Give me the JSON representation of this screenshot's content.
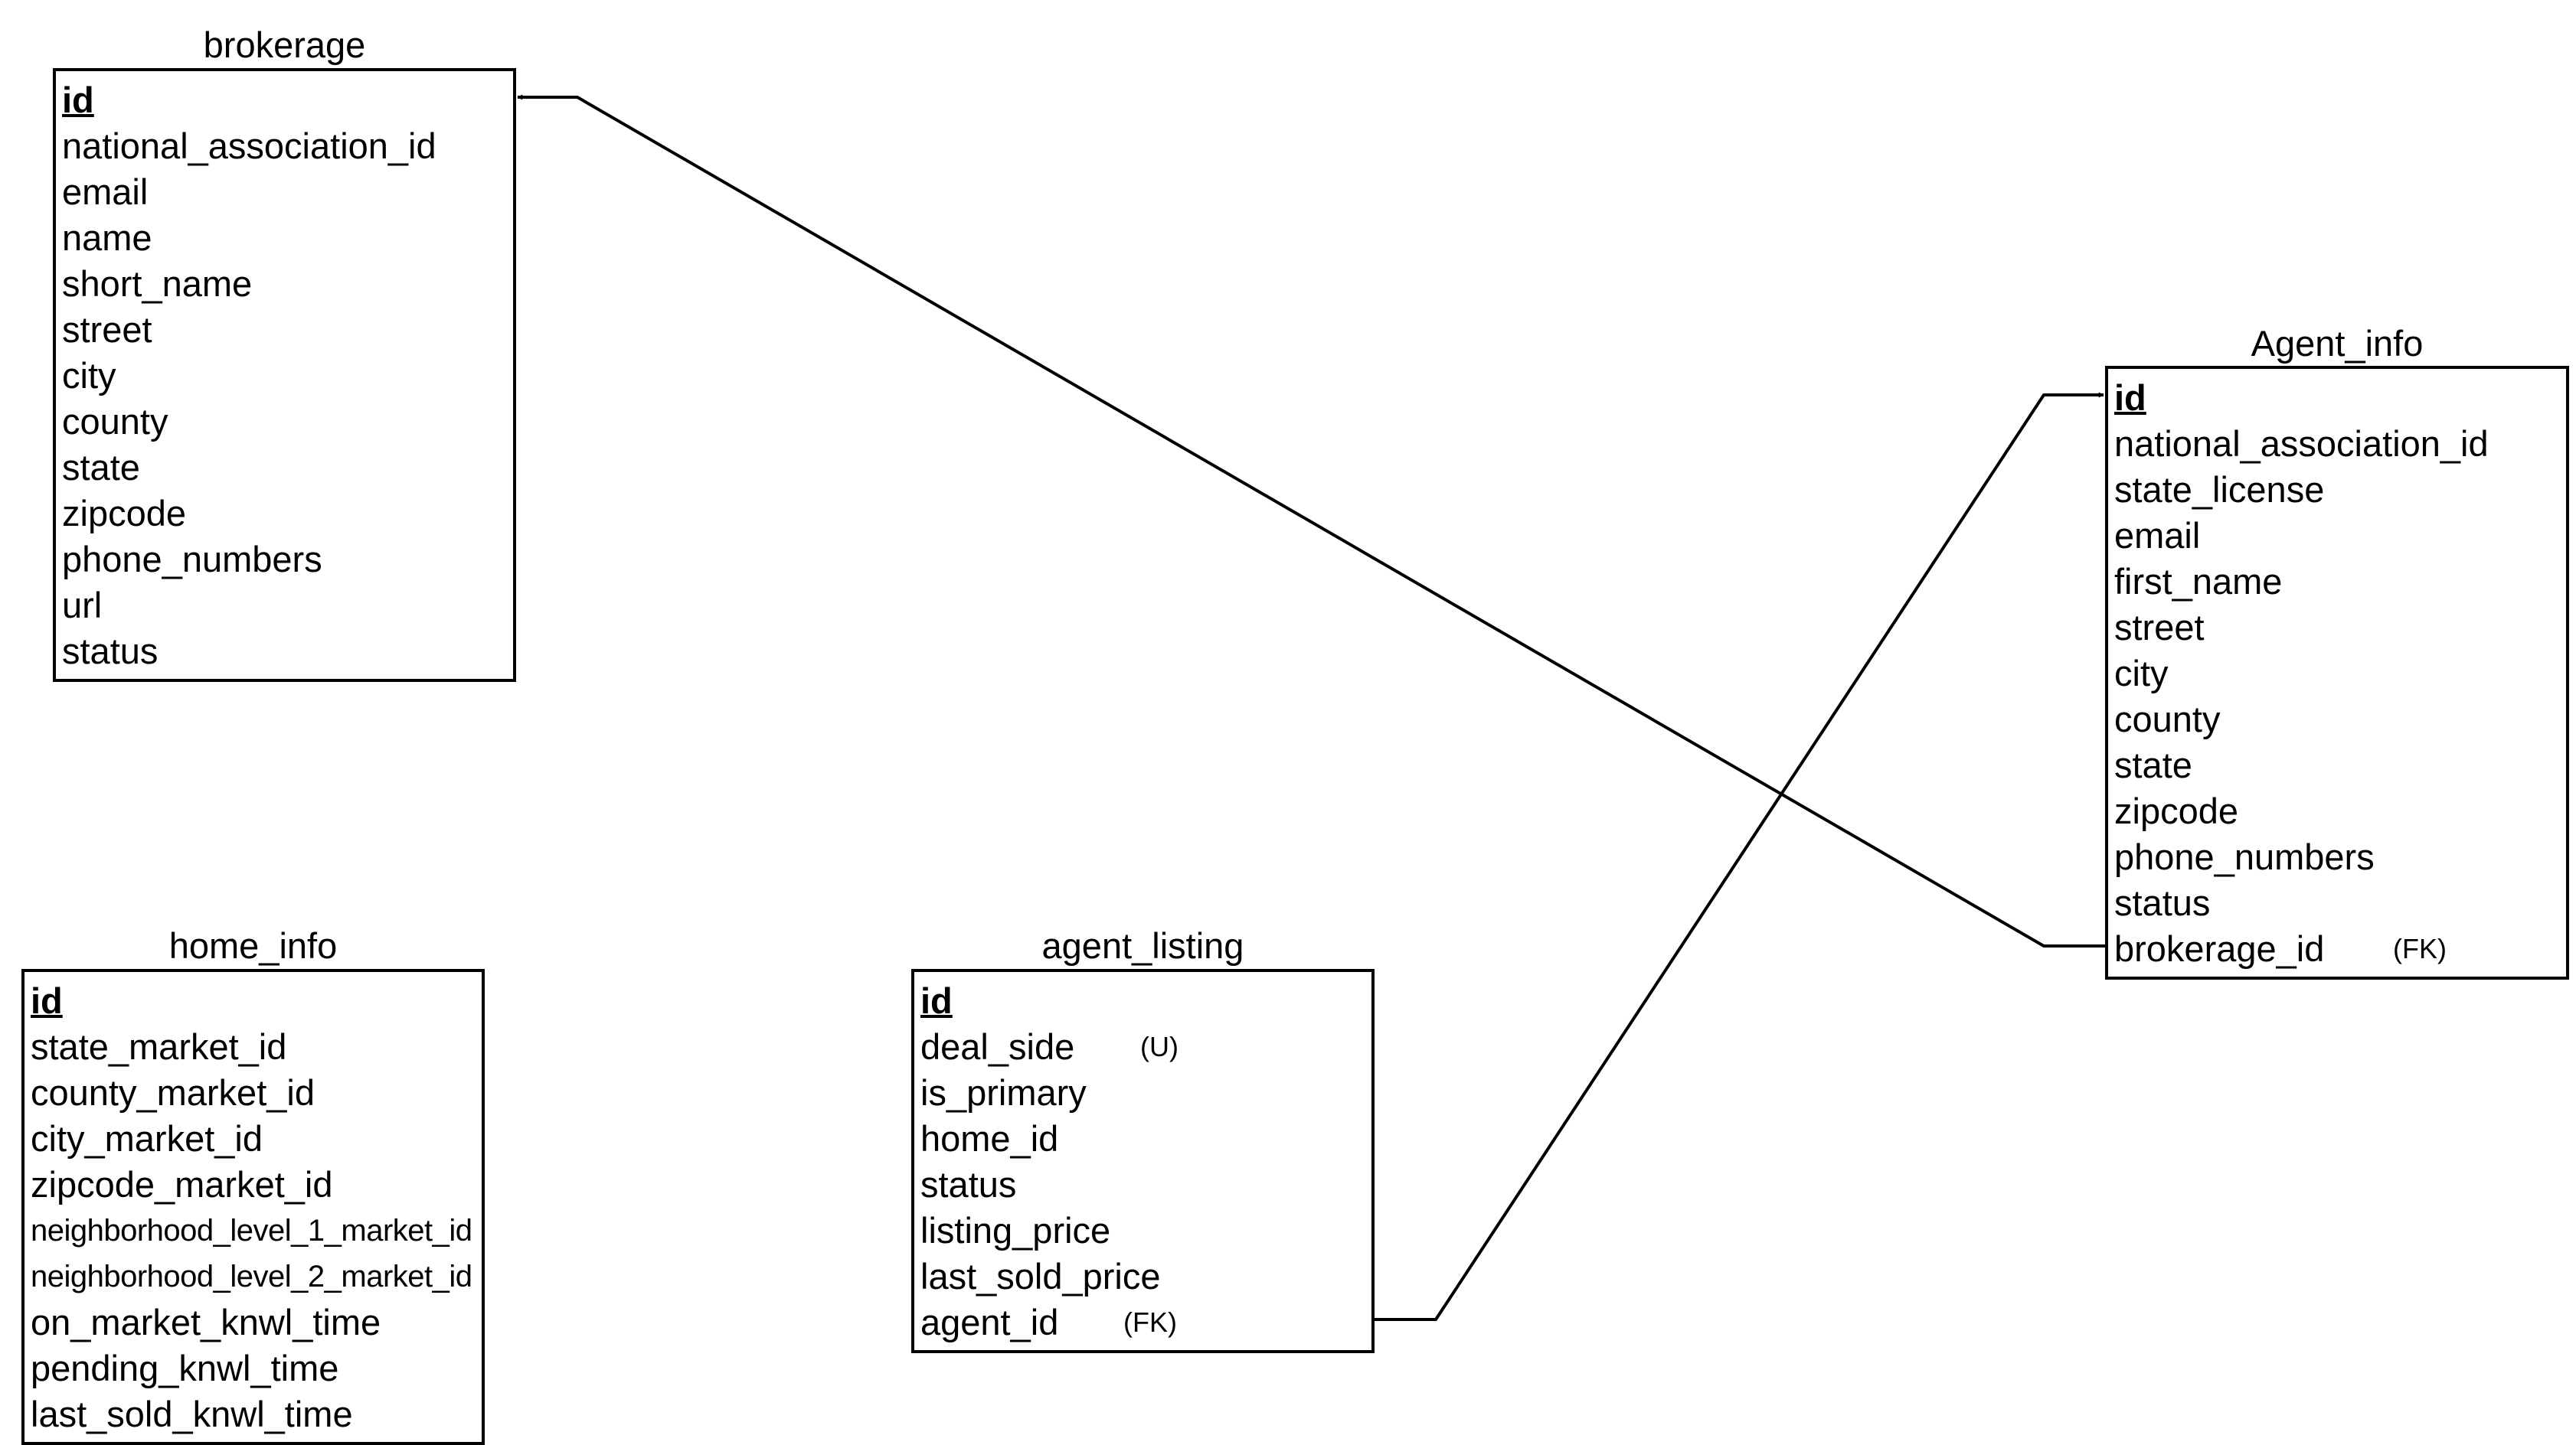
{
  "diagram": {
    "entities": [
      {
        "key": "brokerage",
        "title": "brokerage",
        "fields": [
          {
            "name": "id",
            "primary_key": true
          },
          {
            "name": "national_association_id"
          },
          {
            "name": "email"
          },
          {
            "name": "name"
          },
          {
            "name": "short_name"
          },
          {
            "name": "street"
          },
          {
            "name": "city"
          },
          {
            "name": "county"
          },
          {
            "name": "state"
          },
          {
            "name": "zipcode"
          },
          {
            "name": "phone_numbers"
          },
          {
            "name": "url"
          },
          {
            "name": "status"
          }
        ]
      },
      {
        "key": "agent-info",
        "title": "Agent_info",
        "fields": [
          {
            "name": "id",
            "primary_key": true
          },
          {
            "name": "national_association_id"
          },
          {
            "name": "state_license"
          },
          {
            "name": "email"
          },
          {
            "name": "first_name"
          },
          {
            "name": "street"
          },
          {
            "name": "city"
          },
          {
            "name": "county"
          },
          {
            "name": "state"
          },
          {
            "name": "zipcode"
          },
          {
            "name": "phone_numbers"
          },
          {
            "name": "status"
          },
          {
            "name": "brokerage_id",
            "tag": "(FK)"
          }
        ]
      },
      {
        "key": "home-info",
        "title": "home_info",
        "fields": [
          {
            "name": "id",
            "primary_key": true
          },
          {
            "name": "state_market_id"
          },
          {
            "name": "county_market_id"
          },
          {
            "name": "city_market_id"
          },
          {
            "name": "zipcode_market_id"
          },
          {
            "name": "neighborhood_level_1_market_id",
            "small": true
          },
          {
            "name": "neighborhood_level_2_market_id",
            "small": true
          },
          {
            "name": "on_market_knwl_time"
          },
          {
            "name": "pending_knwl_time"
          },
          {
            "name": "last_sold_knwl_time"
          }
        ]
      },
      {
        "key": "agent-listing",
        "title": "agent_listing",
        "fields": [
          {
            "name": "id",
            "primary_key": true
          },
          {
            "name": "deal_side",
            "tag": "(U)"
          },
          {
            "name": "is_primary"
          },
          {
            "name": "home_id"
          },
          {
            "name": "status"
          },
          {
            "name": "listing_price"
          },
          {
            "name": "last_sold_price"
          },
          {
            "name": "agent_id",
            "tag": "(FK)"
          }
        ]
      }
    ],
    "relationships": [
      {
        "from": "agent-info",
        "from_field": "brokerage_id",
        "to": "brokerage",
        "to_field": "id"
      },
      {
        "from": "agent-listing",
        "from_field": "agent_id",
        "to": "agent-info",
        "to_field": "id"
      }
    ]
  }
}
